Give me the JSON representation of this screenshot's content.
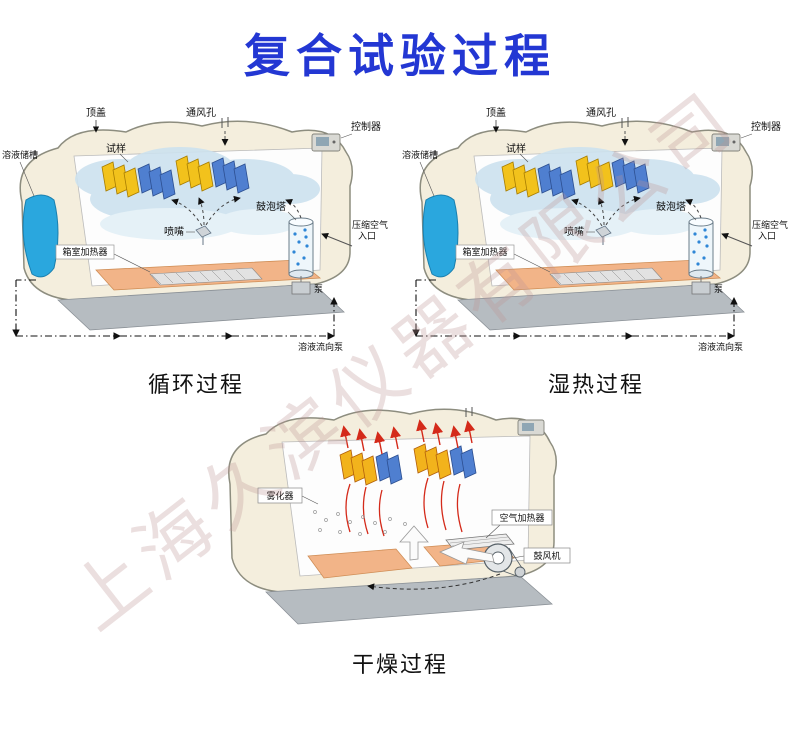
{
  "page": {
    "title": "复合试验过程",
    "watermark": "上海久滨仪器有限公司"
  },
  "captions": {
    "circulation": "循环过程",
    "damp_heat": "湿热过程",
    "drying": "干燥过程"
  },
  "labels_top": {
    "top_cover": "顶盖",
    "vent": "通风孔",
    "controller": "控制器",
    "solution_tank": "溶液储槽",
    "sample": "试样",
    "nozzle": "喷嘴",
    "chamber_heater": "箱室加热器",
    "bubble_tower": "鼓泡塔",
    "compressed_air_line1": "压缩空气",
    "compressed_air_line2": "入口",
    "pump": "泵",
    "solution_flow": "溶液流向泵"
  },
  "labels_drying": {
    "atomizer": "雾化器",
    "air_heater": "空气加热器",
    "blower": "鼓风机"
  },
  "colors": {
    "title_blue": "#2337d3",
    "chamber_cream": "#f4eedd",
    "tank_blue": "#2aa7de",
    "plate_yellow": "#f2c21c",
    "plate_blue": "#4f7fd0",
    "floor_orange": "#f2b488",
    "heat_red": "#d42a1a",
    "base_gray": "#b6bcc1"
  }
}
